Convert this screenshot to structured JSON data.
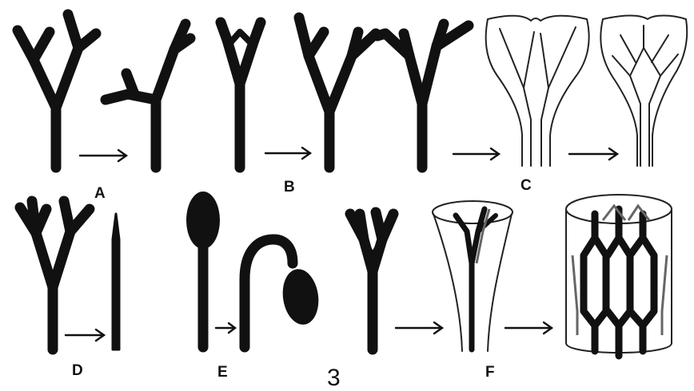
{
  "figure": {
    "labels": {
      "A": "A",
      "B": "B",
      "C": "C",
      "D": "D",
      "E": "E",
      "F": "F",
      "number": "3"
    },
    "ink_color": "#111111",
    "background_color": "#ffffff"
  }
}
